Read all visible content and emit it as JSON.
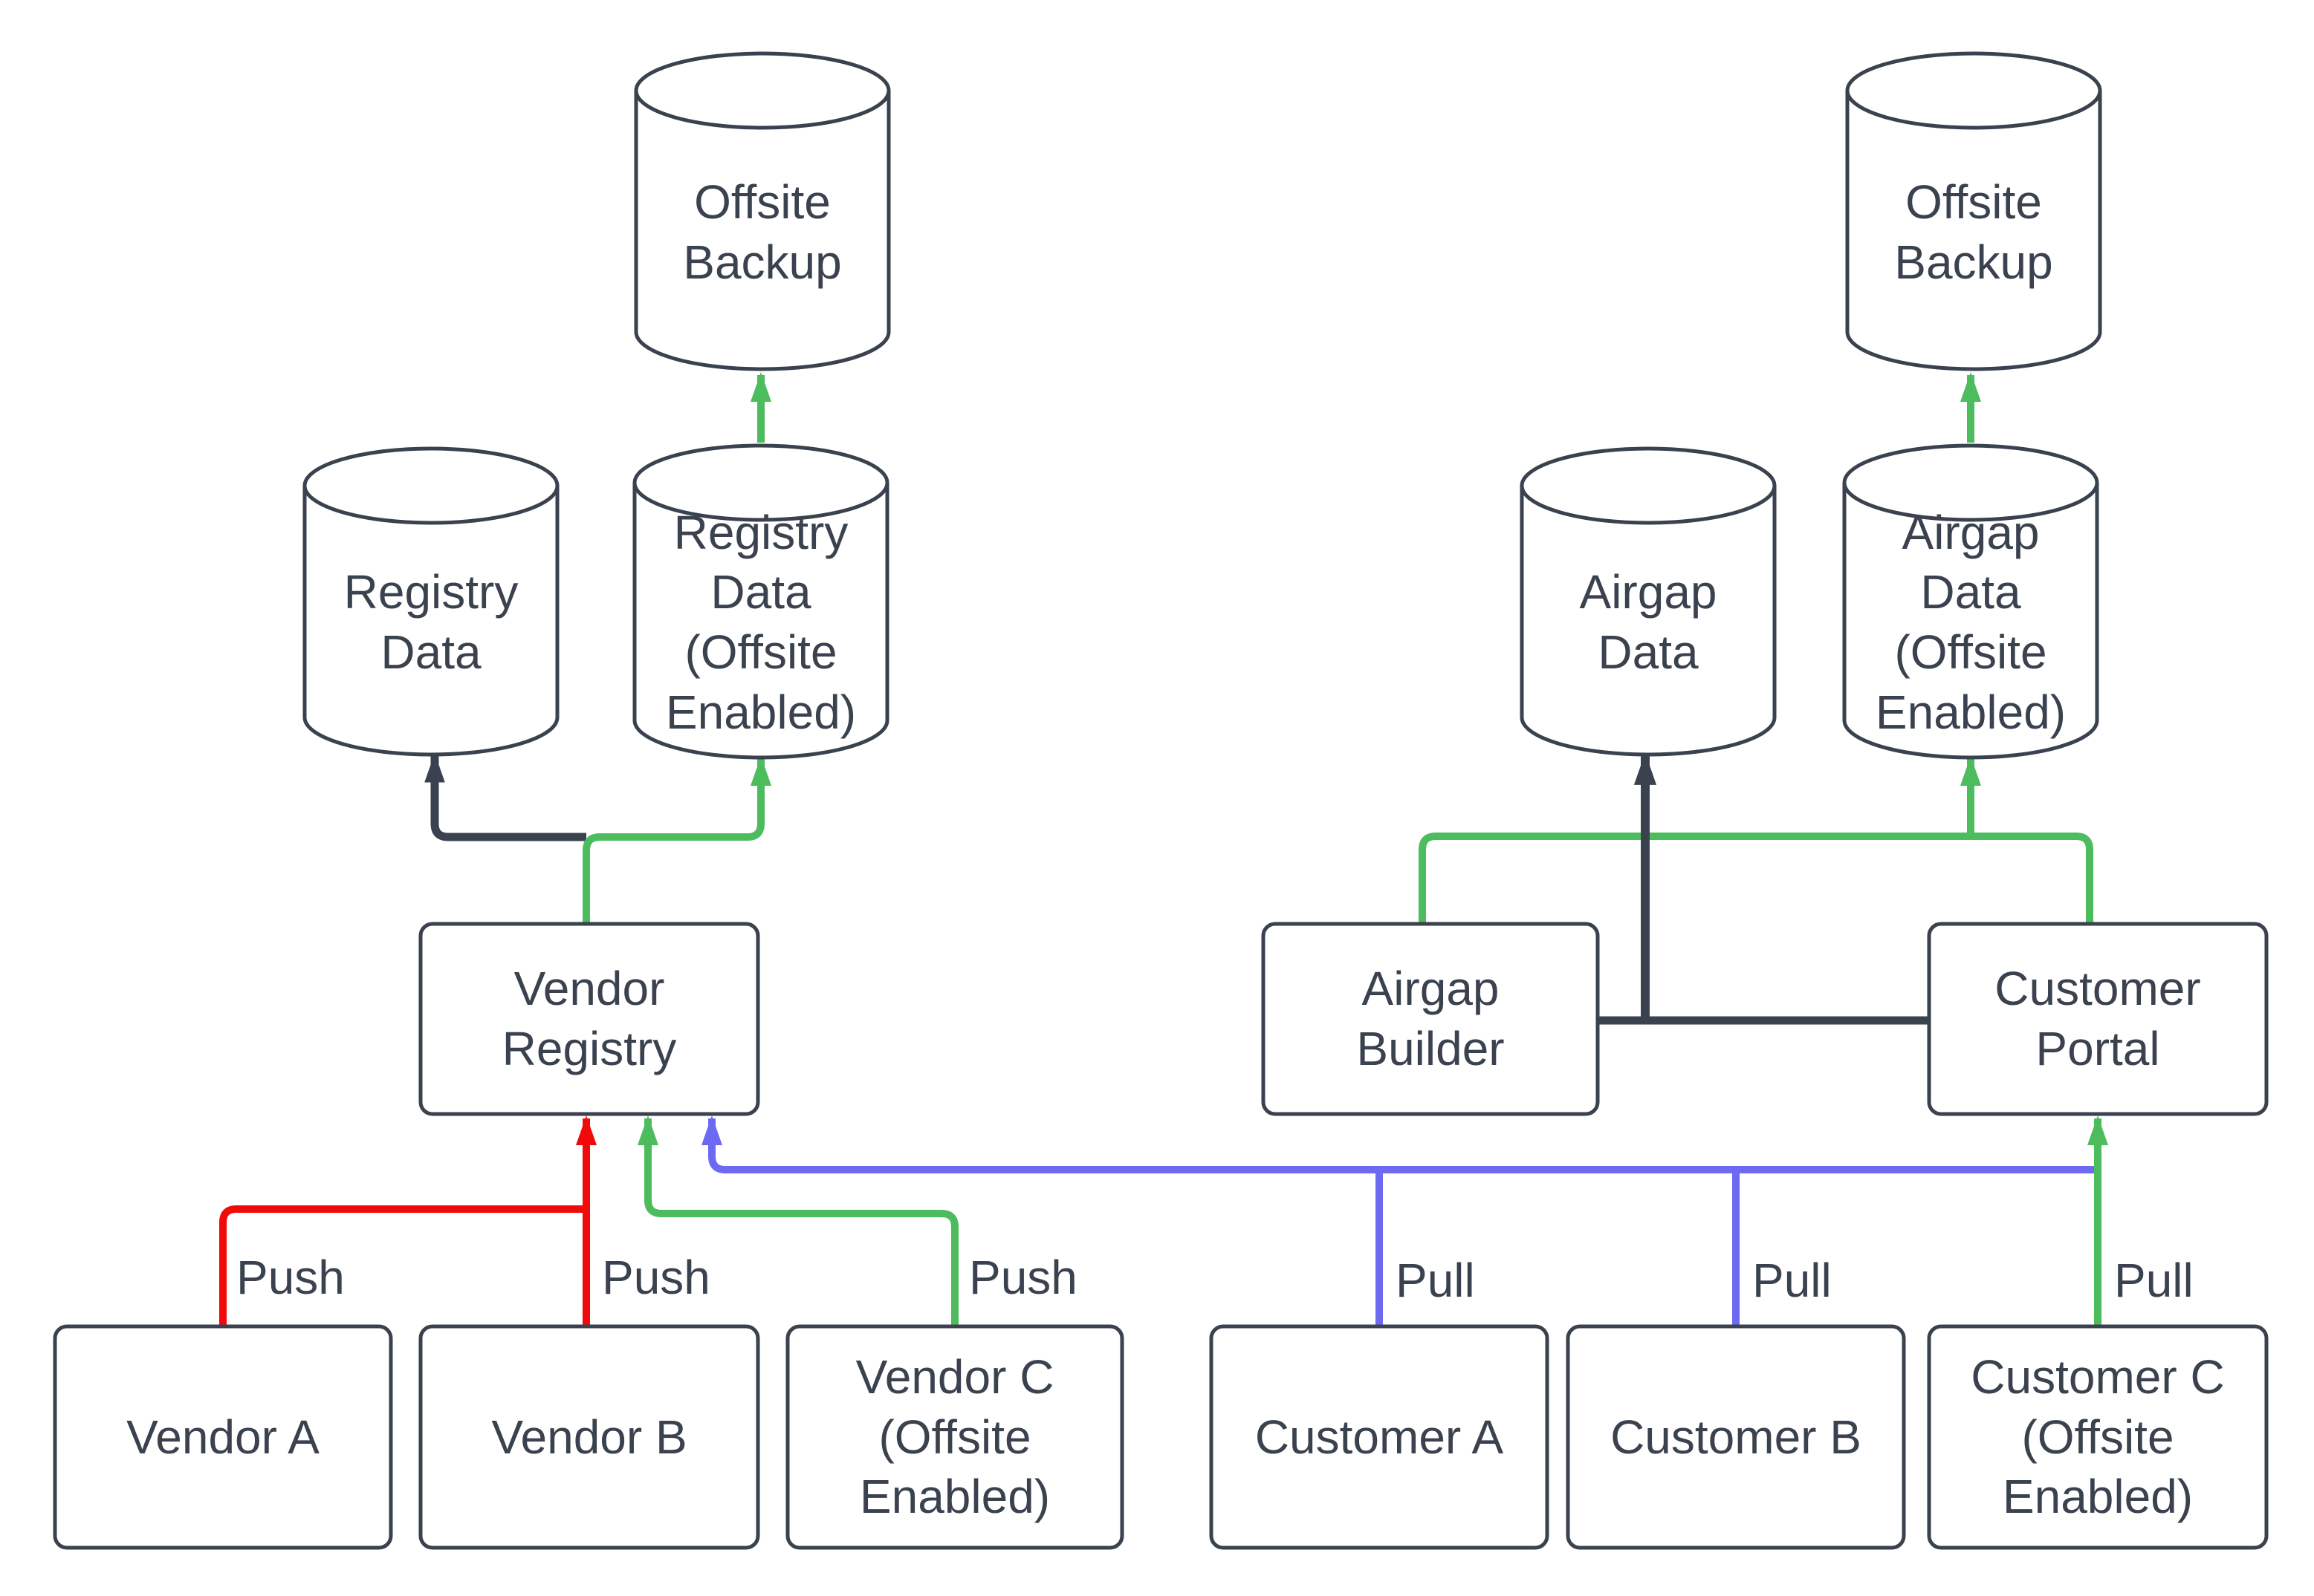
{
  "diagram": {
    "background": "#ffffff",
    "colors": {
      "shape_stroke": "#39424e",
      "text": "#39424e",
      "red_connector": "#f00a0a",
      "green_connector": "#4cbc5c",
      "blue_connector": "#6d69f0",
      "dark_connector": "#39424e"
    },
    "nodes": {
      "offsite_backup_left": {
        "type": "cylinder",
        "label": "Offsite\nBackup"
      },
      "registry_data": {
        "type": "cylinder",
        "label": "Registry\nData"
      },
      "registry_data_offsite": {
        "type": "cylinder",
        "label": "Registry\nData\n(Offsite\nEnabled)"
      },
      "airgap_data": {
        "type": "cylinder",
        "label": "Airgap\nData"
      },
      "airgap_data_offsite": {
        "type": "cylinder",
        "label": "Airgap\nData\n(Offsite\nEnabled)"
      },
      "offsite_backup_right": {
        "type": "cylinder",
        "label": "Offsite\nBackup"
      },
      "vendor_registry": {
        "type": "box",
        "label": "Vendor\nRegistry"
      },
      "airgap_builder": {
        "type": "box",
        "label": "Airgap\nBuilder"
      },
      "customer_portal": {
        "type": "box",
        "label": "Customer\nPortal"
      },
      "vendor_a": {
        "type": "box",
        "label": "Vendor A"
      },
      "vendor_b": {
        "type": "box",
        "label": "Vendor B"
      },
      "vendor_c": {
        "type": "box",
        "label": "Vendor C\n(Offsite\nEnabled)"
      },
      "customer_a": {
        "type": "box",
        "label": "Customer A"
      },
      "customer_b": {
        "type": "box",
        "label": "Customer B"
      },
      "customer_c": {
        "type": "box",
        "label": "Customer C\n(Offsite\nEnabled)"
      }
    },
    "edges": [
      {
        "id": "vendor-a-push",
        "from": "Vendor A",
        "to": "Vendor Registry",
        "label": "Push",
        "color": "red"
      },
      {
        "id": "vendor-b-push",
        "from": "Vendor B",
        "to": "Vendor Registry",
        "label": "Push",
        "color": "red"
      },
      {
        "id": "vendor-c-push",
        "from": "Vendor C (Offsite Enabled)",
        "to": "Vendor Registry",
        "label": "Push",
        "color": "green"
      },
      {
        "id": "customer-a-pull",
        "from": "Customer A",
        "to": "Vendor Registry",
        "label": "Pull",
        "color": "blue"
      },
      {
        "id": "customer-b-pull",
        "from": "Customer B",
        "to": "Vendor Registry",
        "label": "Pull",
        "color": "blue"
      },
      {
        "id": "customer-c-pull",
        "from": "Customer C (Offsite Enabled)",
        "to": "Customer Portal",
        "label": "Pull",
        "color": "green"
      },
      {
        "id": "registry-store",
        "from": "Vendor Registry",
        "to": "Registry Data",
        "label": "",
        "color": "dark"
      },
      {
        "id": "registry-store-offsite",
        "from": "Vendor Registry",
        "to": "Registry Data (Offsite Enabled)",
        "label": "",
        "color": "green"
      },
      {
        "id": "registry-offsite-backup",
        "from": "Registry Data (Offsite Enabled)",
        "to": "Offsite Backup",
        "label": "",
        "color": "green"
      },
      {
        "id": "airgap-store",
        "from": "Airgap Builder / Customer Portal",
        "to": "Airgap Data",
        "label": "",
        "color": "dark"
      },
      {
        "id": "airgap-store-offsite",
        "from": "Airgap Builder / Customer Portal",
        "to": "Airgap Data (Offsite Enabled)",
        "label": "",
        "color": "green"
      },
      {
        "id": "airgap-offsite-backup",
        "from": "Airgap Data (Offsite Enabled)",
        "to": "Offsite Backup",
        "label": "",
        "color": "green"
      }
    ]
  }
}
